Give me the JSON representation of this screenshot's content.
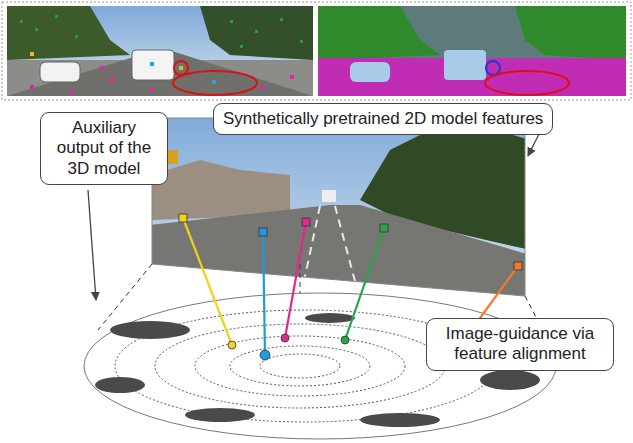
{
  "diagram": {
    "nodes": [
      {
        "text": [
          "Synthetically pretrained 2D model features"
        ]
      },
      {
        "text": [
          "Auxiliary output of the 3D model"
        ]
      },
      {
        "text": [
          "Image-guidance via feature alignment"
        ]
      }
    ]
  }
}
